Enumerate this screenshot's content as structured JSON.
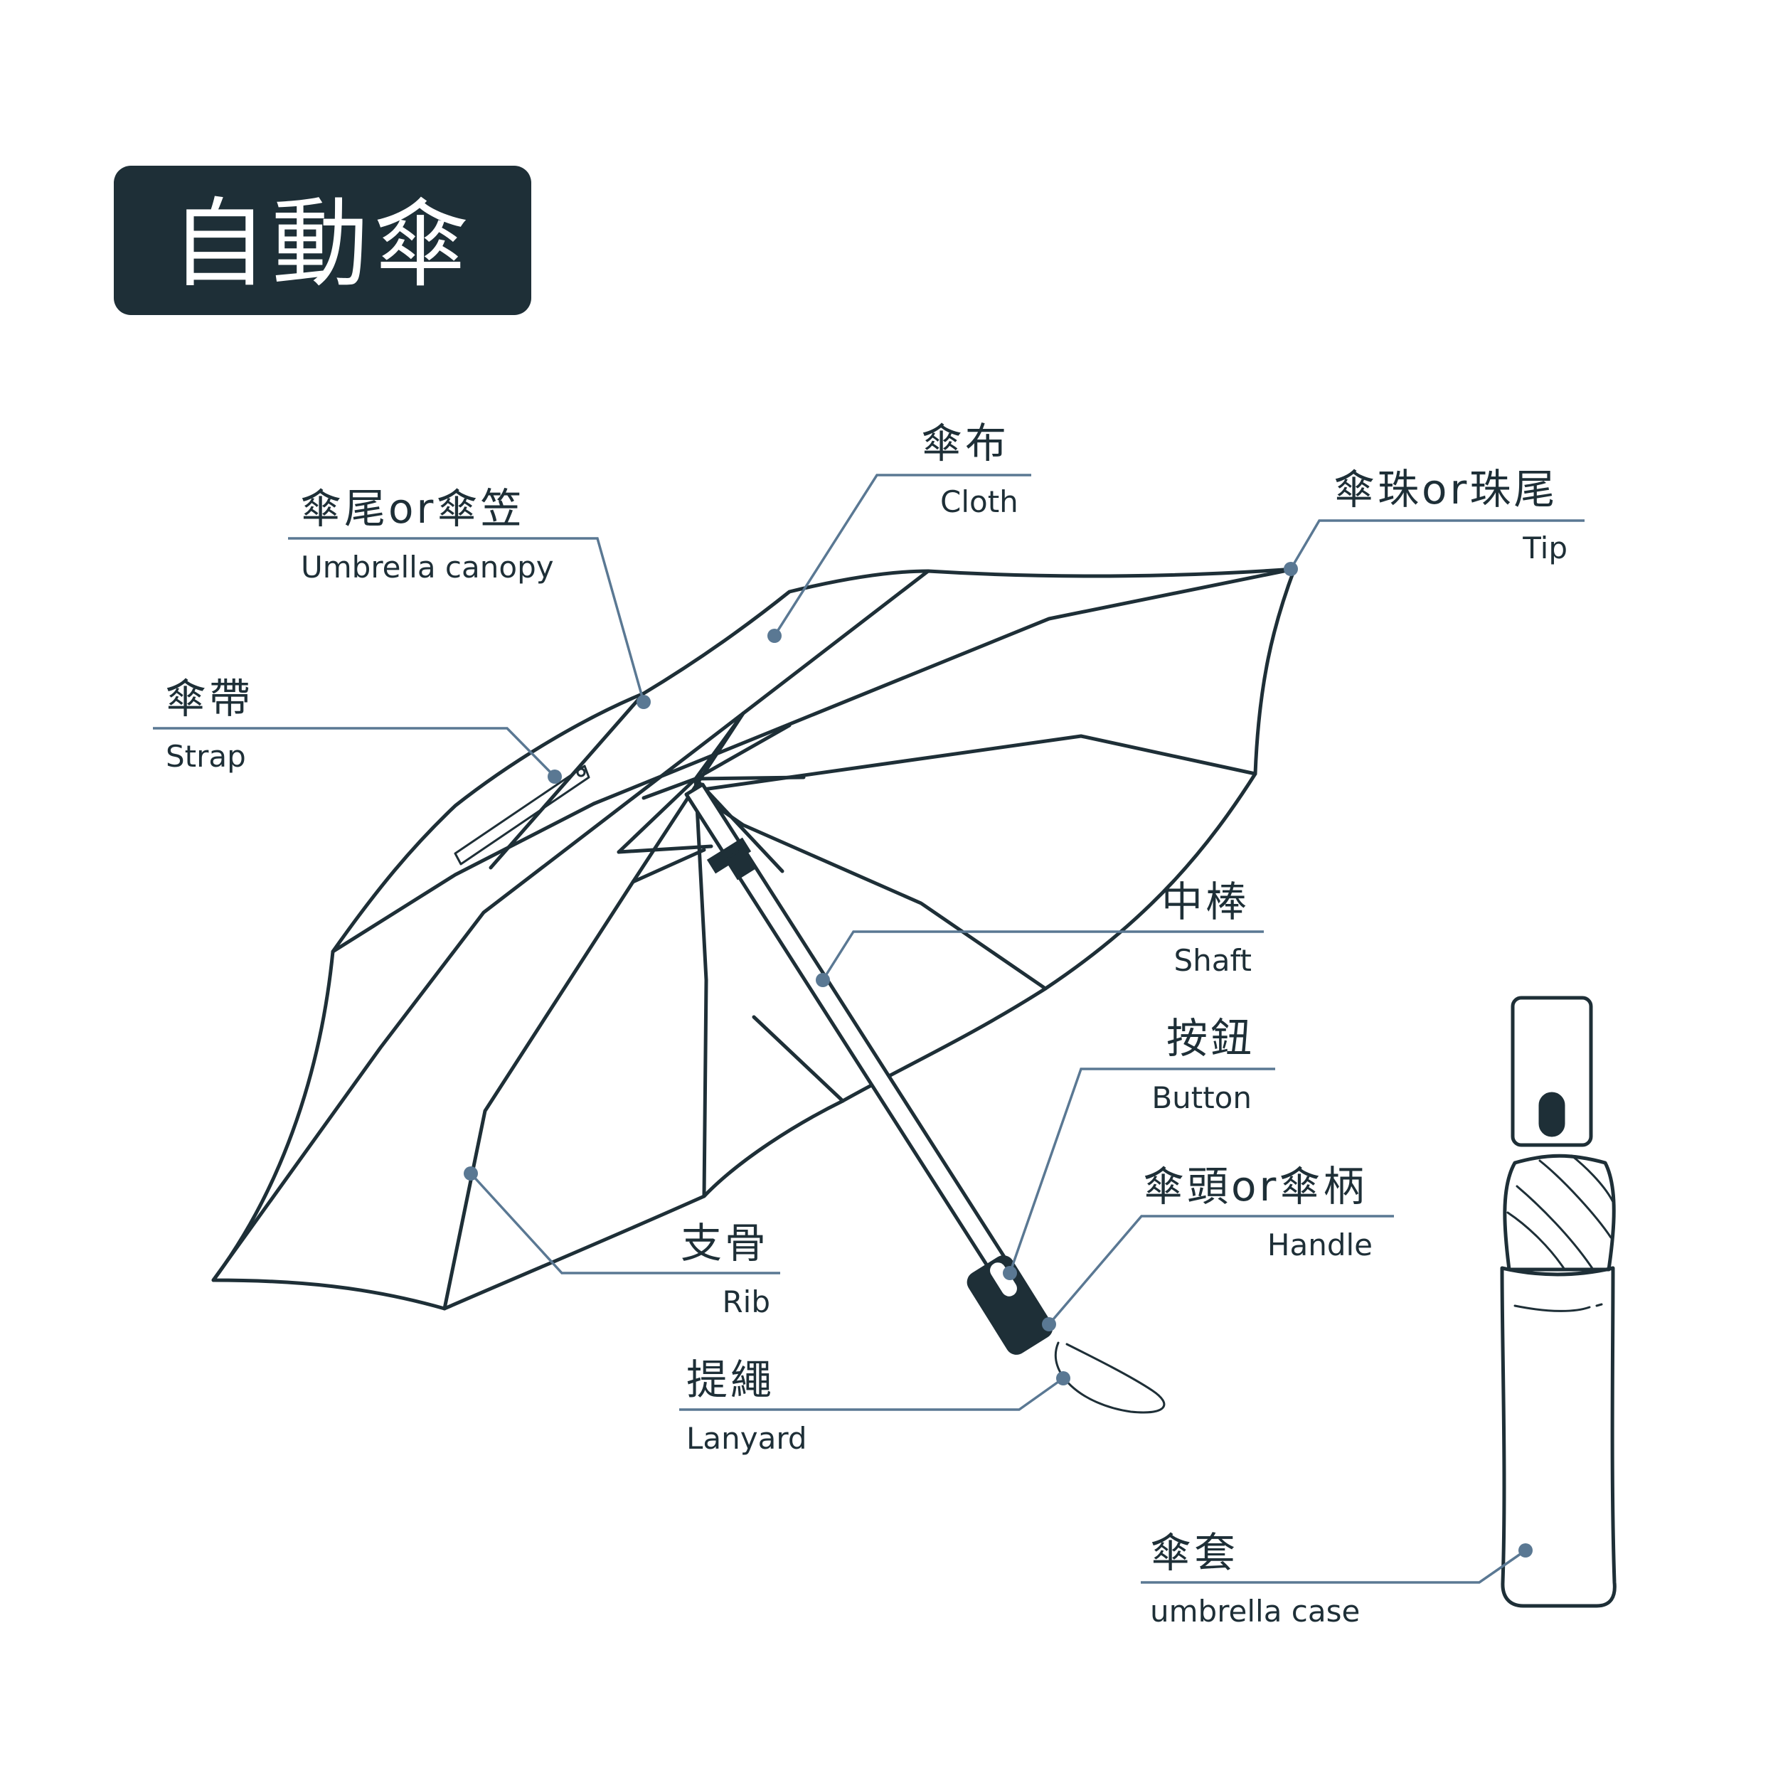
{
  "title": "自動傘",
  "labels": {
    "cloth": {
      "zh": "傘布",
      "en": "Cloth"
    },
    "canopy": {
      "zh": "傘尾or傘笠",
      "en": "Umbrella canopy"
    },
    "tip": {
      "zh": "傘珠or珠尾",
      "en": "Tip"
    },
    "strap": {
      "zh": "傘帶",
      "en": "Strap"
    },
    "shaft": {
      "zh": "中棒",
      "en": "Shaft"
    },
    "button": {
      "zh": "按鈕",
      "en": "Button"
    },
    "handle": {
      "zh": "傘頭or傘柄",
      "en": "Handle"
    },
    "rib": {
      "zh": "支骨",
      "en": "Rib"
    },
    "lanyard": {
      "zh": "提繩",
      "en": "Lanyard"
    },
    "case": {
      "zh": "傘套",
      "en": "umbrella case"
    }
  },
  "colors": {
    "line": "#1e2f37",
    "leader": "#5a7893",
    "title_bg": "#1e2f37",
    "background": "#ffffff"
  }
}
